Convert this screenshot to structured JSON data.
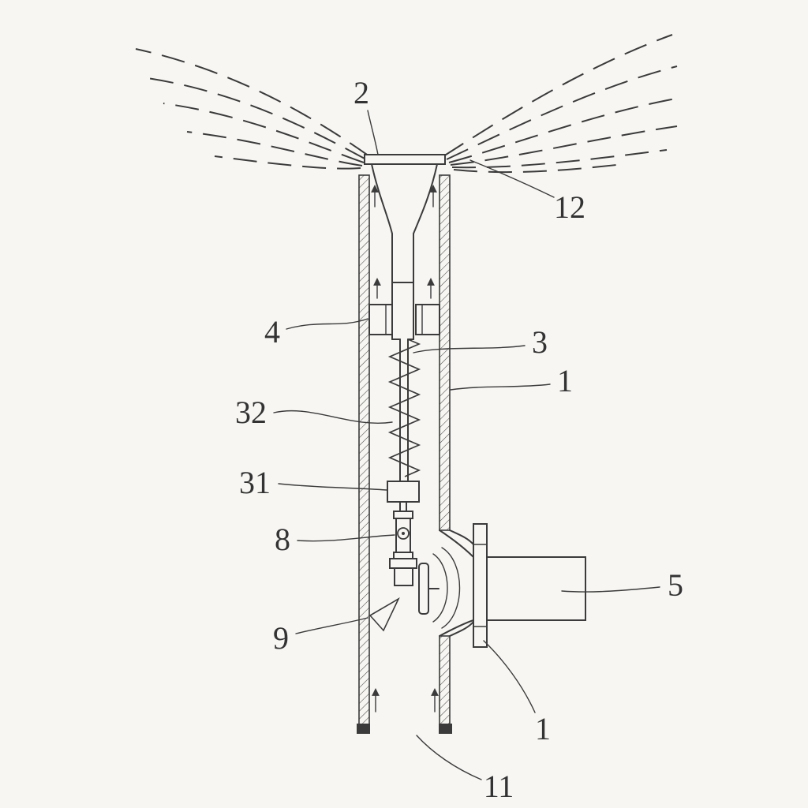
{
  "figure": {
    "background_color": "#f7f6f3",
    "ink_color": "#3b3b3b",
    "labels": {
      "l2": "2",
      "l12": "12",
      "l4": "4",
      "l3": "3",
      "l1a": "1",
      "l32": "32",
      "l31": "31",
      "l8": "8",
      "l5": "5",
      "l9": "9",
      "l1b": "1",
      "l11": "11"
    }
  }
}
